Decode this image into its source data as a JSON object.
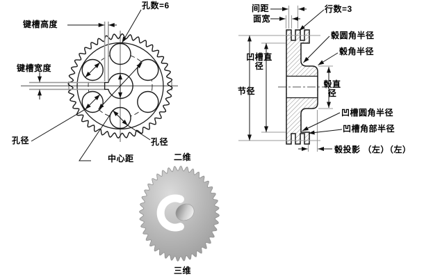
{
  "front_view": {
    "caption": "二维",
    "hole_count_value": 6,
    "labels": {
      "hole_count": "孔数=6",
      "keyway_height": "键槽高度",
      "keyway_width": "键槽宽度",
      "hole_diameter_left": "孔径",
      "hole_diameter_right": "孔径",
      "center_distance": "中心距"
    }
  },
  "section_view": {
    "row_count_value": 3,
    "labels": {
      "row_spacing": "间距",
      "face_width": "面宽",
      "row_count": "行数=3",
      "hub_fillet_radius": "毂圆角半径",
      "hub_corner_radius": "毂角半径",
      "groove_diameter_l1": "凹槽直",
      "groove_diameter_l2": "径",
      "pitch_diameter": "节径",
      "hub_diameter_l1": "毂直",
      "hub_diameter_l2": "径",
      "groove_fillet_radius": "凹槽圆角半径",
      "groove_corner_radius": "凹槽角部半径",
      "hub_projection": "毂投影 （左）（左）"
    }
  },
  "iso_view": {
    "caption": "三维"
  },
  "colors": {
    "line": "#1a1a1a",
    "extension_gray": "#9a9a9a",
    "gear_gray": "#b4b4b4",
    "background": "#ffffff"
  }
}
